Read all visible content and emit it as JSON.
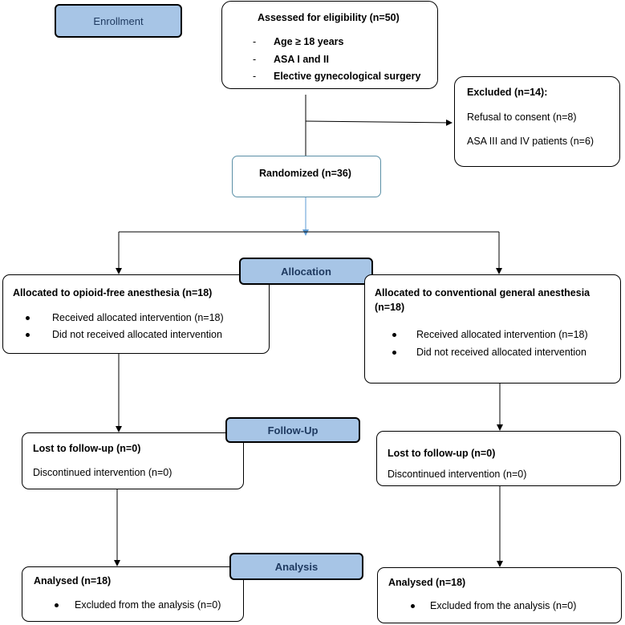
{
  "stages": {
    "enrollment": "Enrollment",
    "allocation": "Allocation",
    "follow_up": "Follow-Up",
    "analysis": "Analysis"
  },
  "eligibility": {
    "title": "Assessed for eligibility (n=50)",
    "criteria": [
      "Age ≥ 18 years",
      "ASA I and II",
      "Elective gynecological surgery"
    ],
    "bullet": "-"
  },
  "excluded": {
    "title": "Excluded (n=14):",
    "items": [
      "Refusal to consent (n=8)",
      "ASA III and IV patients (n=6)"
    ]
  },
  "randomized": "Randomized (n=36)",
  "left_arm": {
    "allocation_title": "Allocated to opioid-free anesthesia (n=18)",
    "allocation_items": [
      "Received allocated intervention (n=18)",
      "Did not received allocated intervention"
    ],
    "follow_title": "Lost to follow-up (n=0)",
    "follow_item": "Discontinued intervention (n=0)",
    "analysis_title": "Analysed (n=18)",
    "analysis_item": "Excluded from the analysis (n=0)"
  },
  "right_arm": {
    "allocation_title": "Allocated to conventional general anesthesia (n=18)",
    "allocation_items": [
      "Received allocated intervention (n=18)",
      "Did not received allocated intervention"
    ],
    "follow_title": "Lost to follow-up (n=0)",
    "follow_item": "Discontinued intervention (n=0)",
    "analysis_title": "Analysed (n=18)",
    "analysis_item": "Excluded from the analysis (n=0)"
  },
  "colors": {
    "stage_fill": "#a7c5e6",
    "stage_text": "#1f3a60",
    "randomized_border": "#5a8fa6",
    "randomized_arrow": "#5b9bd5",
    "line": "#000000"
  }
}
